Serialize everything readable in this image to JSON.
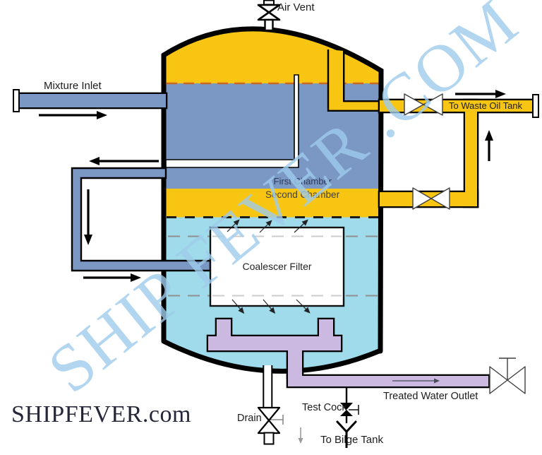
{
  "watermark": "SHIP FEVER .COM",
  "brand": "SHIPFEVER.com",
  "labels": {
    "air_vent": "Air Vent",
    "mixture_inlet": "Mixture Inlet",
    "to_waste_oil_tank": "To Waste Oil Tank",
    "first_chamber": "First Chamber",
    "second_chamber": "Second Chamber",
    "coalescer_filter": "Coalescer Filter",
    "treated_water_outlet": "Treated Water Outlet",
    "drain": "Drain",
    "test_cock": "Test Cock",
    "to_bilge_tank": "To Bilge Tank"
  },
  "colors": {
    "oil": "#F9C513",
    "oily_mixture": "#7B97C4",
    "clean_water": "#9FDBEA",
    "treated_outlet_pipe": "#CBB9E2",
    "interface_dash": "#C96A1F",
    "watermark_blue": "#9FCCEC"
  }
}
